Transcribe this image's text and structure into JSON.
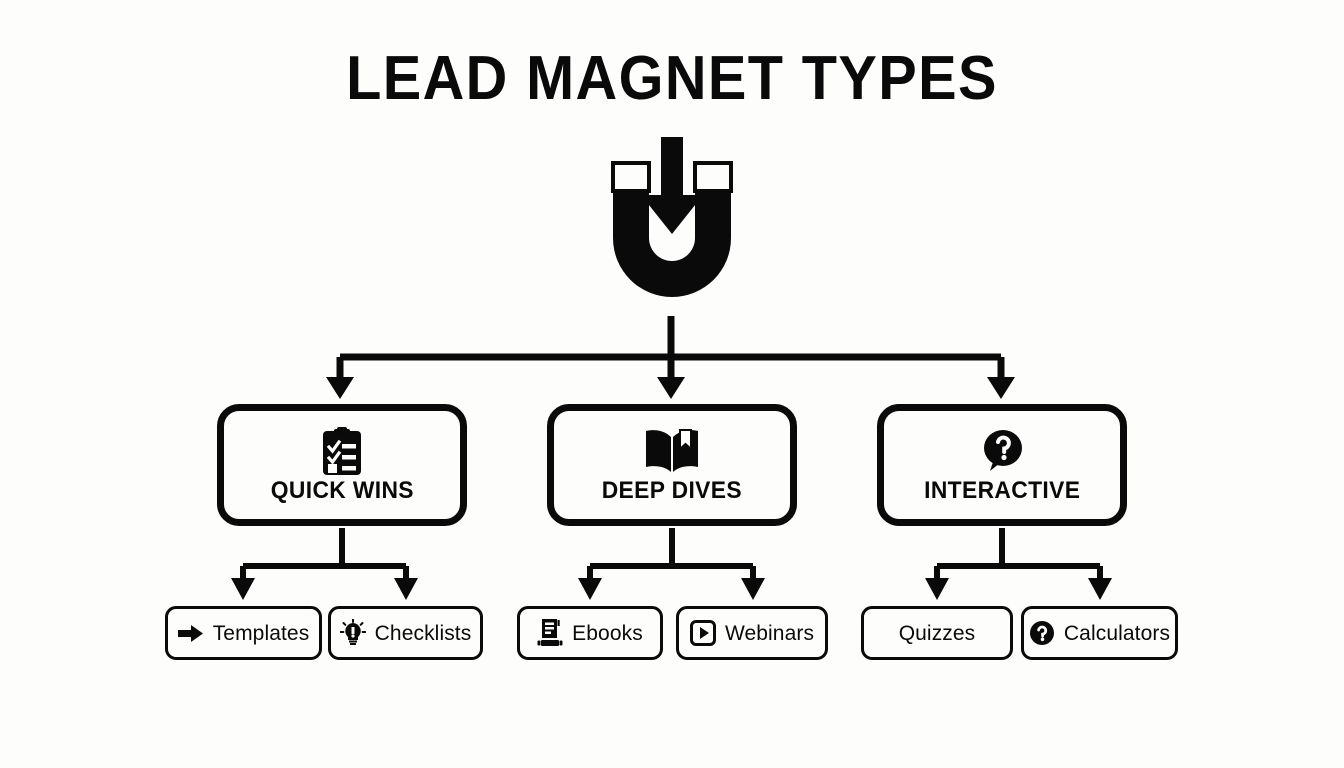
{
  "page": {
    "title": "LEAD MAGNET TYPES",
    "background_color": "#fdfdfc",
    "ink_color": "#0a0a0a"
  },
  "hero": {
    "icon": "horseshoe-magnet-with-down-arrow-icon"
  },
  "categories": [
    {
      "id": "quick-wins",
      "label": "QUICK WINS",
      "icon": "clipboard-checklist-icon",
      "children": [
        {
          "id": "templates",
          "label": "Templates",
          "icon": "right-arrow-icon"
        },
        {
          "id": "checklists",
          "label": "Checklists",
          "icon": "lightbulb-icon"
        }
      ]
    },
    {
      "id": "deep-dives",
      "label": "DEEP DIVES",
      "icon": "open-book-icon",
      "children": [
        {
          "id": "ebooks",
          "label": "Ebooks",
          "icon": "ebook-document-icon"
        },
        {
          "id": "webinars",
          "label": "Webinars",
          "icon": "play-button-icon"
        }
      ]
    },
    {
      "id": "interactive",
      "label": "INTERACTIVE",
      "icon": "question-speech-bubble-icon",
      "children": [
        {
          "id": "quizzes",
          "label": "Quizzes",
          "icon": "none"
        },
        {
          "id": "calculators",
          "label": "Calculators",
          "icon": "question-circle-icon"
        }
      ]
    }
  ],
  "chart_data": {
    "type": "diagram",
    "title": "LEAD MAGNET TYPES",
    "layout": "top-down tree",
    "root": "LEAD MAGNET TYPES",
    "levels": 3,
    "nodes": [
      {
        "level": 1,
        "label": "QUICK WINS",
        "children": [
          "Templates",
          "Checklists"
        ]
      },
      {
        "level": 1,
        "label": "DEEP DIVES",
        "children": [
          "Ebooks",
          "Webinars"
        ]
      },
      {
        "level": 1,
        "label": "INTERACTIVE",
        "children": [
          "Quizzes",
          "Calculators"
        ]
      }
    ]
  }
}
